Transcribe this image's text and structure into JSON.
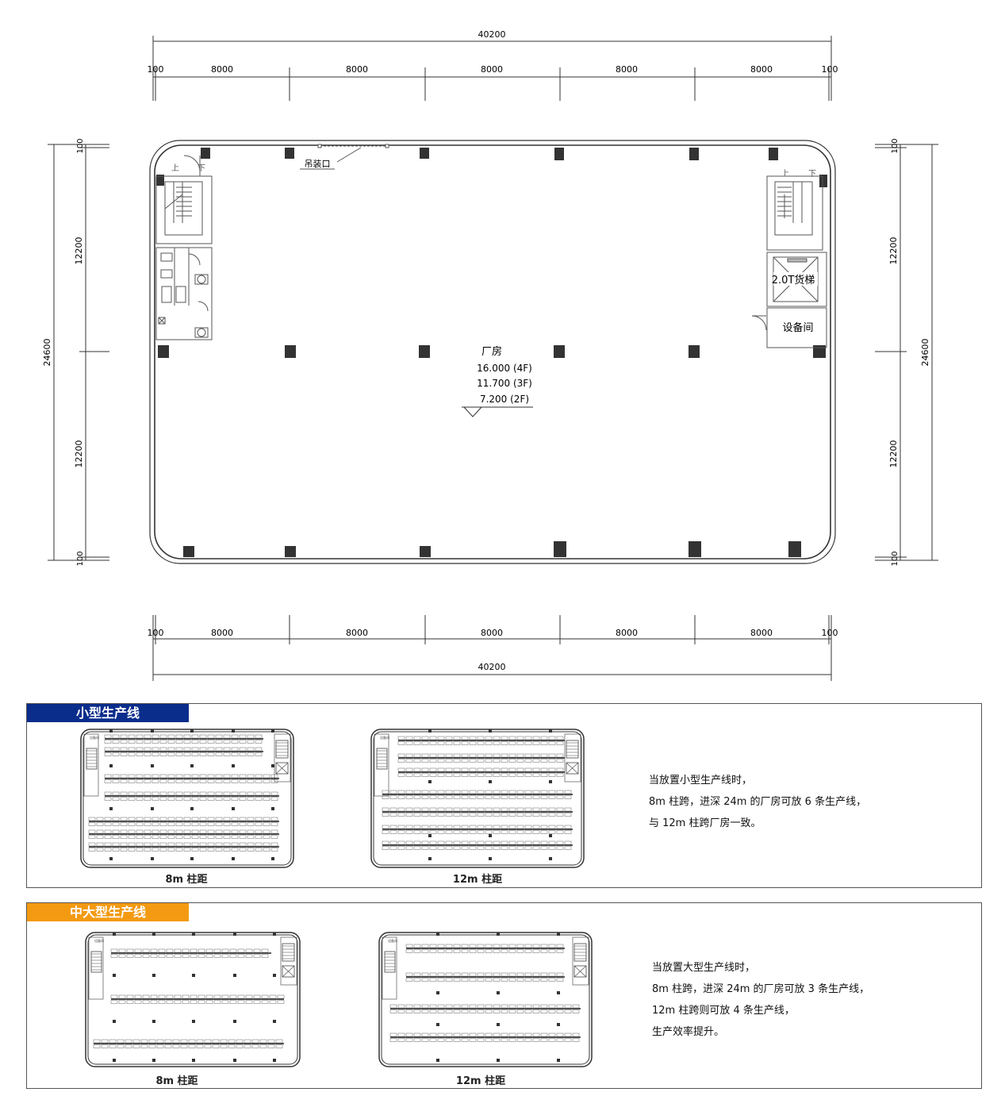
{
  "plan": {
    "top_total": "40200",
    "bottom_total": "40200",
    "edge_dim": "100",
    "spans": [
      "8000",
      "8000",
      "8000",
      "8000",
      "8000"
    ],
    "side_total": "24600",
    "side_spans": [
      "12200",
      "12200"
    ],
    "hoist_label": "吊装口",
    "room_name": "厂房",
    "elevations": [
      "16.000 (4F)",
      "11.700 (3F)",
      "7.200 (2F)"
    ],
    "elevator_label": "2.0T货梯",
    "equipment_room": "设备间",
    "stair_up": "上",
    "stair_down": "下"
  },
  "sections": [
    {
      "title": "小型生产线",
      "color": "#0a2d8c",
      "captions": [
        "8m 柱距",
        "12m 柱距"
      ],
      "notes": [
        "当放置小型生产线时，",
        "8m 柱跨，进深 24m 的厂房可放 6 条生产线，",
        "与 12m 柱跨厂房一致。"
      ]
    },
    {
      "title": "中大型生产线",
      "color": "#f39a12",
      "captions": [
        "8m 柱距",
        "12m 柱距"
      ],
      "notes": [
        "当放置大型生产线时，",
        "8m 柱跨，进深 24m 的厂房可放 3 条生产线，",
        "12m 柱跨则可放 4 条生产线，",
        "生产效率提升。"
      ]
    }
  ],
  "mini_plan_label": "设备间"
}
